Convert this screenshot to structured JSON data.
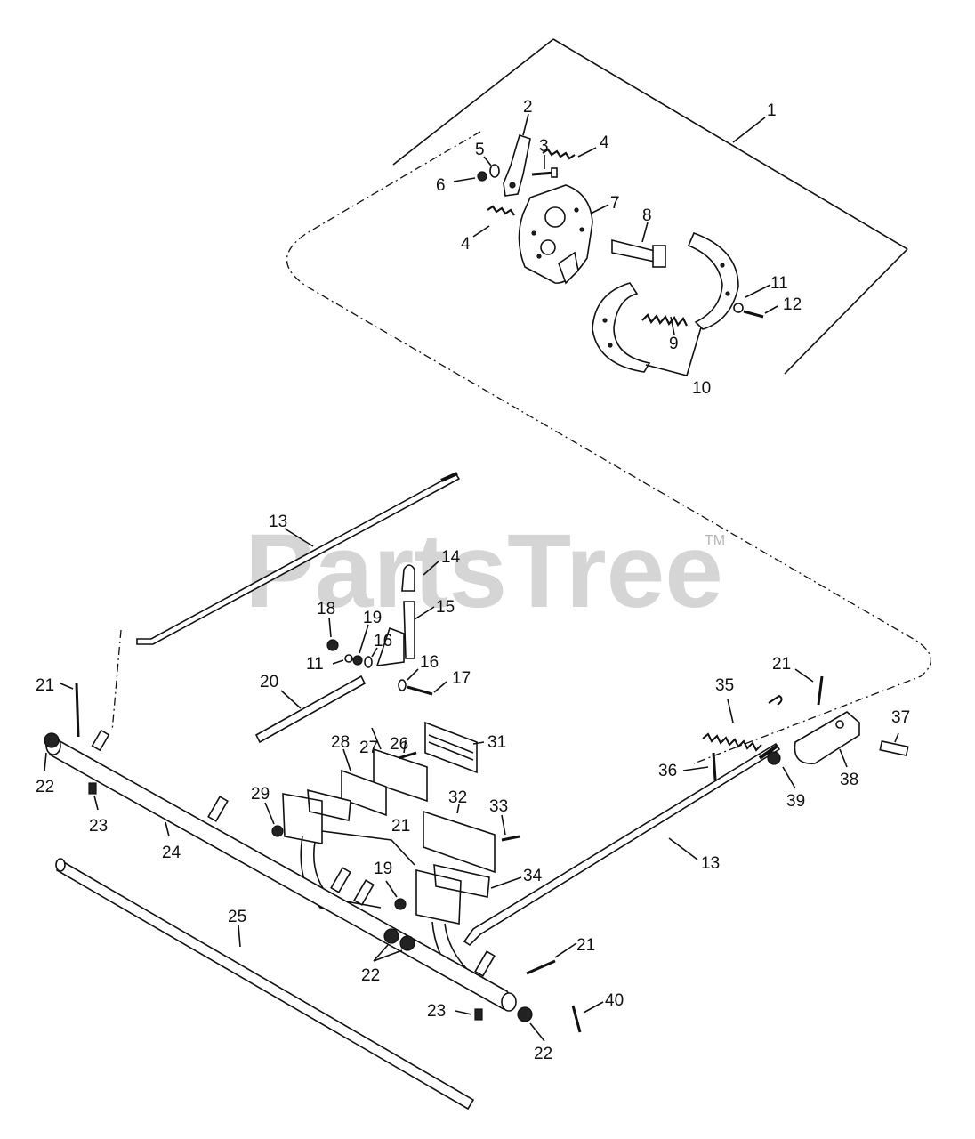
{
  "watermark": {
    "brand": "PartsTree",
    "mark": "TM"
  },
  "callouts": [
    {
      "id": "c1",
      "label": "1"
    },
    {
      "id": "c2",
      "label": "2"
    },
    {
      "id": "c3",
      "label": "3"
    },
    {
      "id": "c4a",
      "label": "4"
    },
    {
      "id": "c4b",
      "label": "4"
    },
    {
      "id": "c5",
      "label": "5"
    },
    {
      "id": "c6",
      "label": "6"
    },
    {
      "id": "c7",
      "label": "7"
    },
    {
      "id": "c8",
      "label": "8"
    },
    {
      "id": "c9",
      "label": "9"
    },
    {
      "id": "c10",
      "label": "10"
    },
    {
      "id": "c11a",
      "label": "11"
    },
    {
      "id": "c12",
      "label": "12"
    },
    {
      "id": "c13a",
      "label": "13"
    },
    {
      "id": "c14",
      "label": "14"
    },
    {
      "id": "c15",
      "label": "15"
    },
    {
      "id": "c18",
      "label": "18"
    },
    {
      "id": "c19a",
      "label": "19"
    },
    {
      "id": "c16a",
      "label": "16"
    },
    {
      "id": "c11b",
      "label": "11"
    },
    {
      "id": "c16b",
      "label": "16"
    },
    {
      "id": "c17",
      "label": "17"
    },
    {
      "id": "c20",
      "label": "20"
    },
    {
      "id": "c21a",
      "label": "21"
    },
    {
      "id": "c22a",
      "label": "22"
    },
    {
      "id": "c23a",
      "label": "23"
    },
    {
      "id": "c24",
      "label": "24"
    },
    {
      "id": "c25",
      "label": "25"
    },
    {
      "id": "c26",
      "label": "26"
    },
    {
      "id": "c27",
      "label": "27"
    },
    {
      "id": "c28",
      "label": "28"
    },
    {
      "id": "c29",
      "label": "29"
    },
    {
      "id": "c31",
      "label": "31"
    },
    {
      "id": "c21b",
      "label": "21"
    },
    {
      "id": "c32",
      "label": "32"
    },
    {
      "id": "c33",
      "label": "33"
    },
    {
      "id": "c34",
      "label": "34"
    },
    {
      "id": "c19b",
      "label": "19"
    },
    {
      "id": "c22b",
      "label": "22"
    },
    {
      "id": "c21c",
      "label": "21"
    },
    {
      "id": "c23b",
      "label": "23"
    },
    {
      "id": "c22c",
      "label": "22"
    },
    {
      "id": "c40",
      "label": "40"
    },
    {
      "id": "c13b",
      "label": "13"
    },
    {
      "id": "c35",
      "label": "35"
    },
    {
      "id": "c21d",
      "label": "21"
    },
    {
      "id": "c36",
      "label": "36"
    },
    {
      "id": "c37",
      "label": "37"
    },
    {
      "id": "c38",
      "label": "38"
    },
    {
      "id": "c39",
      "label": "39"
    }
  ]
}
